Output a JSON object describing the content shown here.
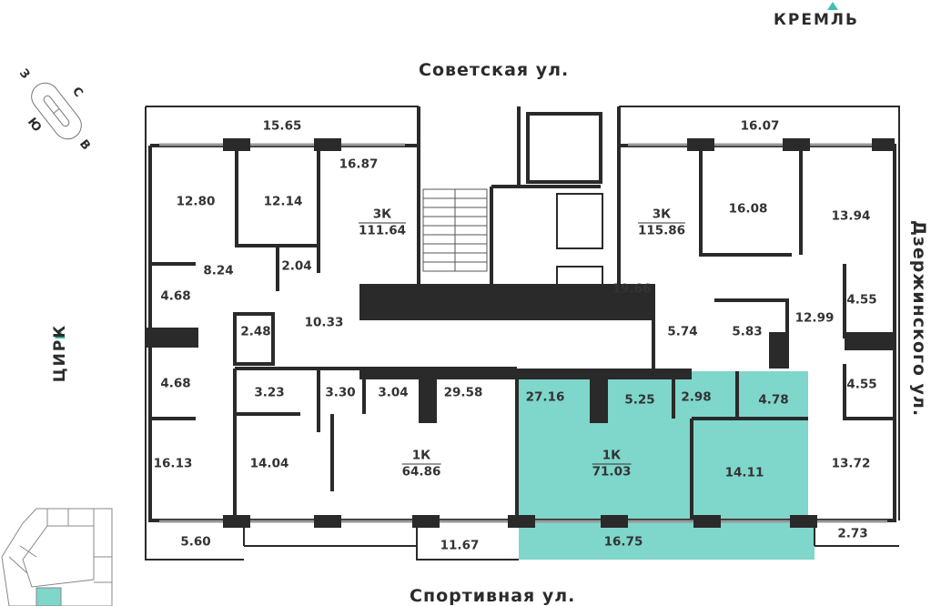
{
  "streets": {
    "north": "Советская ул.",
    "south": "Спортивная ул.",
    "east": "Дзержинского ул."
  },
  "landmarks": {
    "kremlin": "КРЕМЛЬ",
    "circus": "ЦИРК"
  },
  "compass": {
    "n": "С",
    "s": "Ю",
    "e": "В",
    "w": "З"
  },
  "colors": {
    "highlight": "#7fd6ca",
    "wall": "#2a2a2a",
    "marker": "#3fbfae"
  },
  "apartments": [
    {
      "type": "3К",
      "area": "111.64"
    },
    {
      "type": "3К",
      "area": "115.86"
    },
    {
      "type": "1К",
      "area": "64.86"
    },
    {
      "type": "1К",
      "area": "71.03",
      "selected": true
    }
  ],
  "rooms": [
    "15.65",
    "16.07",
    "12.80",
    "12.14",
    "16.87",
    "16.08",
    "13.94",
    "8.24",
    "2.04",
    "4.68",
    "10.33",
    "2.48",
    "19.66",
    "5.74",
    "5.83",
    "12.99",
    "4.55",
    "4.68",
    "3.23",
    "3.30",
    "3.04",
    "29.58",
    "27.16",
    "5.25",
    "2.98",
    "4.78",
    "4.55",
    "16.13",
    "14.04",
    "14.11",
    "13.72",
    "5.60",
    "11.67",
    "16.75",
    "2.73"
  ]
}
